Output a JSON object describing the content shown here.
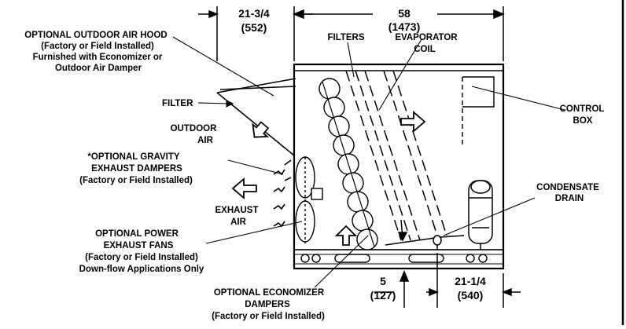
{
  "dimensions": {
    "hood_width": "21-3/4",
    "hood_width_mm": "(552)",
    "unit_length": "58",
    "unit_length_mm": "(1473)",
    "bottom_offset": "5",
    "bottom_offset_mm": "(127)",
    "drain_offset": "21-1/4",
    "drain_offset_mm": "(540)"
  },
  "labels": {
    "air_hood": [
      "OPTIONAL OUTDOOR AIR HOOD",
      "(Factory or Field Installed)",
      "Furnished with Economizer or",
      "Outdoor Air Damper"
    ],
    "filter": "FILTER",
    "filters": "FILTERS",
    "evaporator_coil": [
      "EVAPORATOR",
      "COIL"
    ],
    "control_box": [
      "CONTROL",
      "BOX"
    ],
    "outdoor_air": [
      "OUTDOOR",
      "AIR"
    ],
    "gravity_dampers": [
      "*OPTIONAL GRAVITY",
      "EXHAUST DAMPERS",
      "(Factory or Field Installed)"
    ],
    "exhaust_air": [
      "EXHAUST",
      "AIR"
    ],
    "condensate_drain": [
      "CONDENSATE",
      "DRAIN"
    ],
    "power_exhaust": [
      "OPTIONAL POWER",
      "EXHAUST FANS",
      "(Factory or Field Installed)",
      "Down-flow Applications Only"
    ],
    "economizer_dampers": [
      "OPTIONAL ECONOMIZER",
      "DAMPERS",
      "(Factory or Field Installed)"
    ]
  }
}
